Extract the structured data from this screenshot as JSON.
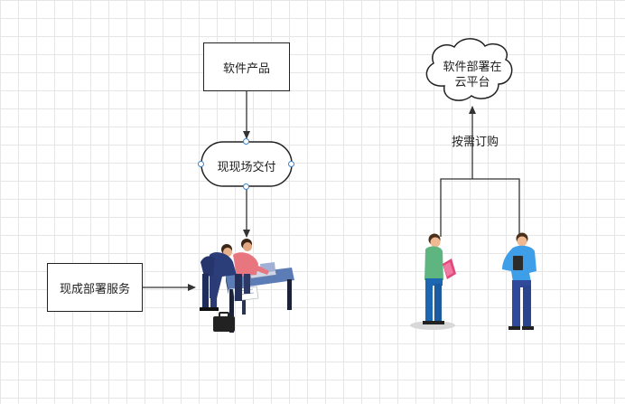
{
  "nodes": {
    "software_product": "软件产品",
    "onsite_delivery": "现现场交付",
    "onsite_deploy_service": "现成部署服务",
    "cloud_deploy_line1": "软件部署在",
    "cloud_deploy_line2": "云平台"
  },
  "edges": {
    "on_demand": "按需订购"
  },
  "colors": {
    "grid": "#e6e6e6",
    "stroke": "#222222",
    "handle": "#3a85c9"
  }
}
